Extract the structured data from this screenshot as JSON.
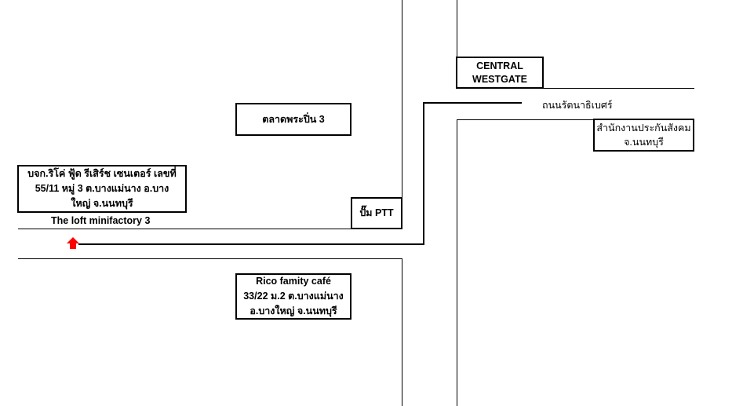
{
  "company": {
    "line1": "บจก.ริโค่ ฟู้ด รีเสิร์ช เซนเตอร์ เลขที่",
    "line2": "55/11 หมู่ 3 ต.บางแม่นาง อ.บาง",
    "line3": "ใหญ่ จ.นนทบุรี"
  },
  "loft_label": "The loft minifactory 3",
  "market_label": "ตลาดพระปิ่น 3",
  "ptt_label": "ปั๊ม PTT",
  "central": {
    "line1": "CENTRAL",
    "line2": "WESTGATE"
  },
  "road_label": "ถนนรัตนาธิเบศร์",
  "sso": {
    "line1": "สำนักงานประกันสังคม",
    "line2": "จ.นนทบุรี"
  },
  "cafe": {
    "line1": "Rico famity café",
    "line2": "33/22 ม.2 ต.บางแม่นาง",
    "line3": "อ.บางใหญ่ จ.นนทบุรี"
  },
  "colors": {
    "marker": "#ff0000",
    "ink": "#000000",
    "background": "#ffffff"
  },
  "icons": {
    "start_marker": "red-up-arrow"
  }
}
